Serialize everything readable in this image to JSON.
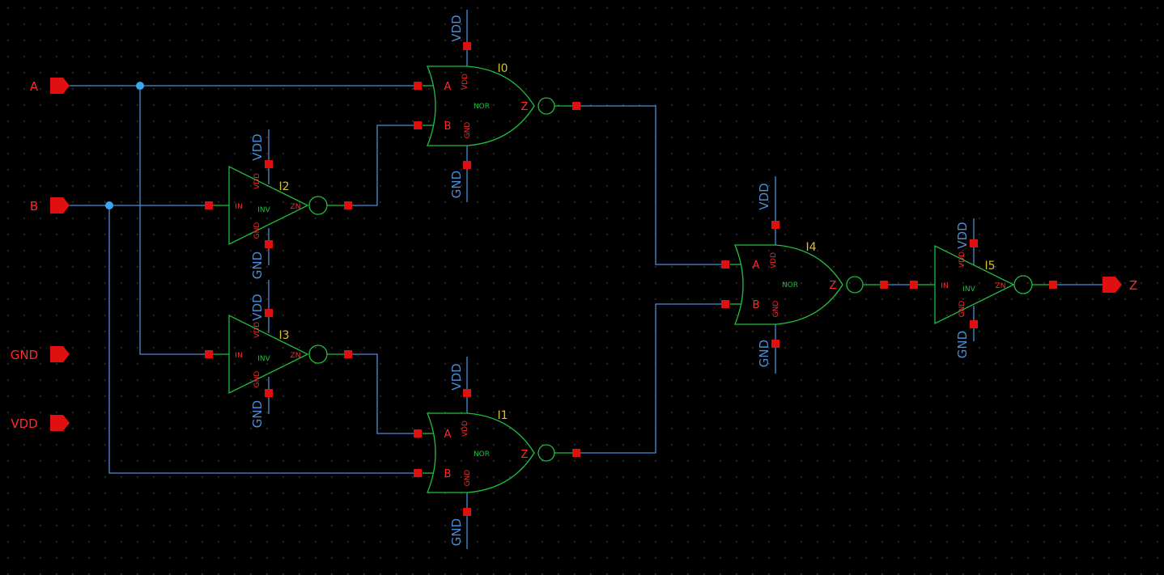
{
  "colors": {
    "background": "#000000",
    "grid": "#3a3a3a",
    "wire": "#4a8cd6",
    "junction": "#39a8f0",
    "gate": "#1fbf3f",
    "pin": "#e01010",
    "pin_text": "#ff2a2a",
    "supply_text": "#4a8cd6",
    "instance_text": "#d6c32a"
  },
  "ports": {
    "a": "A",
    "b": "B",
    "gnd": "GND",
    "vdd": "VDD",
    "z": "Z"
  },
  "gates": {
    "I0": {
      "name": "I0",
      "cell": "NOR",
      "pin_a": "A",
      "pin_b": "B",
      "pin_z": "Z",
      "inner_vdd": "VDD",
      "inner_gnd": "GND",
      "supply_top": "VDD",
      "supply_bottom": "GND"
    },
    "I1": {
      "name": "I1",
      "cell": "NOR",
      "pin_a": "A",
      "pin_b": "B",
      "pin_z": "Z",
      "inner_vdd": "VDD",
      "inner_gnd": "GND",
      "supply_top": "VDD",
      "supply_bottom": "GND"
    },
    "I2": {
      "name": "I2",
      "cell": "INV",
      "pin_in": "IN",
      "pin_zn": "ZN",
      "inner_vdd": "VDD",
      "inner_gnd": "GND",
      "supply_top": "VDD",
      "supply_bottom": "GND"
    },
    "I3": {
      "name": "I3",
      "cell": "INV",
      "pin_in": "IN",
      "pin_zn": "ZN",
      "inner_vdd": "VDD",
      "inner_gnd": "GND",
      "supply_top": "VDD",
      "supply_bottom": "GND"
    },
    "I4": {
      "name": "I4",
      "cell": "NOR",
      "pin_a": "A",
      "pin_b": "B",
      "pin_z": "Z",
      "inner_vdd": "VDD",
      "inner_gnd": "GND",
      "supply_top": "VDD",
      "supply_bottom": "GND"
    },
    "I5": {
      "name": "I5",
      "cell": "INV",
      "pin_in": "IN",
      "pin_zn": "ZN",
      "inner_vdd": "VDD",
      "inner_gnd": "GND",
      "supply_top": "VDD",
      "supply_bottom": "GND"
    }
  }
}
